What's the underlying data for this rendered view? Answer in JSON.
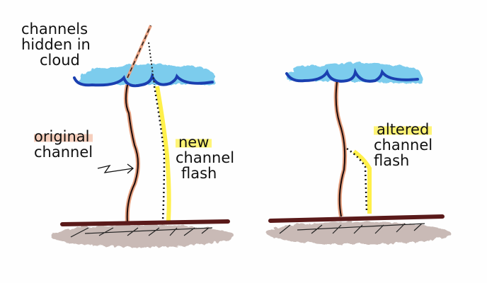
{
  "left_panel": {
    "cloud_label": [
      "channels",
      "hidden in",
      "cloud"
    ],
    "original_label": [
      "original",
      "channel"
    ],
    "new_label": [
      "new",
      "channel",
      "flash"
    ]
  },
  "right_panel": {
    "altered_label": [
      "altered",
      "channel",
      "flash"
    ]
  },
  "colors": {
    "cloud": "#5cc0ea",
    "cloud_outline": "#1a3fb0",
    "original_channel": "#e08a60",
    "new_channel": "#fff04a",
    "ground": "#5a1a1a"
  }
}
